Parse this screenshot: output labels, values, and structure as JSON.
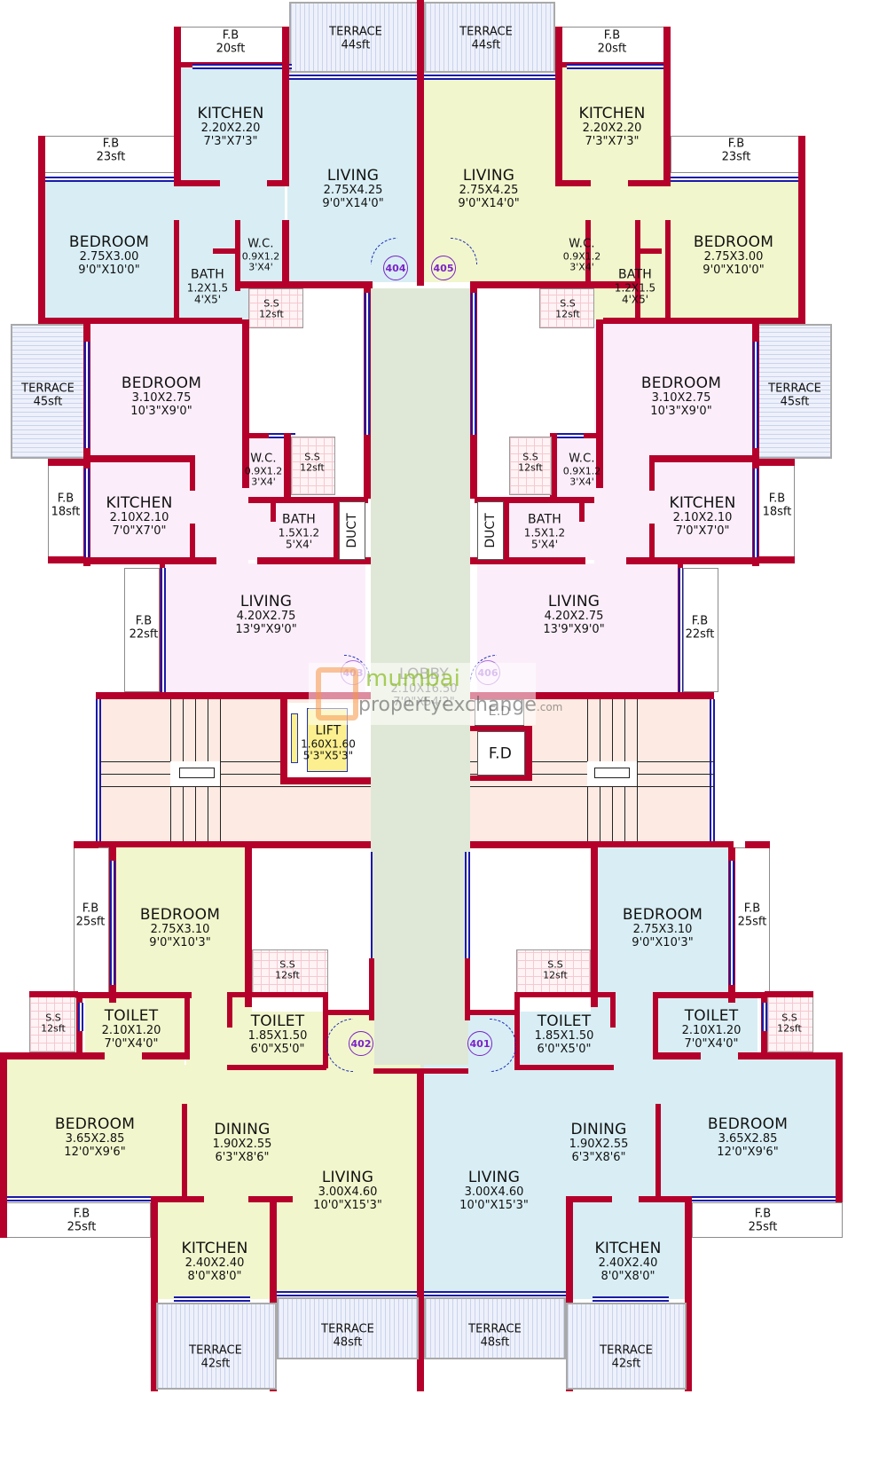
{
  "plan": {
    "type": "residential floor plan",
    "flats": {
      "f404": {
        "number": "404",
        "kitchen": {
          "name": "KITCHEN",
          "metric": "2.20X2.20",
          "imperial": "7'3\"X7'3\""
        },
        "living": {
          "name": "LIVING",
          "metric": "2.75X4.25",
          "imperial": "9'0\"X14'0\""
        },
        "bedroom": {
          "name": "BEDROOM",
          "metric": "2.75X3.00",
          "imperial": "9'0\"X10'0\""
        },
        "bath": {
          "name": "BATH",
          "metric": "1.2X1.5",
          "imperial": "4'X5'"
        },
        "wc": {
          "name": "W.C.",
          "metric": "0.9X1.2",
          "imperial": "3'X4'"
        },
        "fb_kitchen": {
          "name": "F.B",
          "area": "20sft"
        },
        "fb_bedroom": {
          "name": "F.B",
          "area": "23sft"
        },
        "terrace": {
          "name": "TERRACE",
          "area": "44sft"
        },
        "ss": {
          "name": "S.S",
          "area": "12sft"
        }
      },
      "f405": {
        "number": "405",
        "kitchen": {
          "name": "KITCHEN",
          "metric": "2.20X2.20",
          "imperial": "7'3\"X7'3\""
        },
        "living": {
          "name": "LIVING",
          "metric": "2.75X4.25",
          "imperial": "9'0\"X14'0\""
        },
        "bedroom": {
          "name": "BEDROOM",
          "metric": "2.75X3.00",
          "imperial": "9'0\"X10'0\""
        },
        "bath": {
          "name": "BATH",
          "metric": "1.2X1.5",
          "imperial": "4'X5'"
        },
        "wc": {
          "name": "W.C.",
          "metric": "0.9X1.2",
          "imperial": "3'X4'"
        },
        "fb_kitchen": {
          "name": "F.B",
          "area": "20sft"
        },
        "fb_bedroom": {
          "name": "F.B",
          "area": "23sft"
        },
        "terrace": {
          "name": "TERRACE",
          "area": "44sft"
        },
        "ss": {
          "name": "S.S",
          "area": "12sft"
        }
      },
      "f403": {
        "number": "403",
        "bedroom": {
          "name": "BEDROOM",
          "metric": "3.10X2.75",
          "imperial": "10'3\"X9'0\""
        },
        "kitchen": {
          "name": "KITCHEN",
          "metric": "2.10X2.10",
          "imperial": "7'0\"X7'0\""
        },
        "living": {
          "name": "LIVING",
          "metric": "4.20X2.75",
          "imperial": "13'9\"X9'0\""
        },
        "bath": {
          "name": "BATH",
          "metric": "1.5X1.2",
          "imperial": "5'X4'"
        },
        "wc": {
          "name": "W.C.",
          "metric": "0.9X1.2",
          "imperial": "3'X4'"
        },
        "ss": {
          "name": "S.S",
          "area": "12sft"
        },
        "duct": "DUCT",
        "terrace": {
          "name": "TERRACE",
          "area": "45sft"
        },
        "fb_kitchen": {
          "name": "F.B",
          "area": "18sft"
        },
        "fb_living": {
          "name": "F.B",
          "area": "22sft"
        }
      },
      "f406": {
        "number": "406",
        "bedroom": {
          "name": "BEDROOM",
          "metric": "3.10X2.75",
          "imperial": "10'3\"X9'0\""
        },
        "kitchen": {
          "name": "KITCHEN",
          "metric": "2.10X2.10",
          "imperial": "7'0\"X7'0\""
        },
        "living": {
          "name": "LIVING",
          "metric": "4.20X2.75",
          "imperial": "13'9\"X9'0\""
        },
        "bath": {
          "name": "BATH",
          "metric": "1.5X1.2",
          "imperial": "5'X4'"
        },
        "wc": {
          "name": "W.C.",
          "metric": "0.9X1.2",
          "imperial": "3'X4'"
        },
        "ss": {
          "name": "S.S",
          "area": "12sft"
        },
        "duct": "DUCT",
        "terrace": {
          "name": "TERRACE",
          "area": "45sft"
        },
        "fb_kitchen": {
          "name": "F.B",
          "area": "18sft"
        },
        "fb_living": {
          "name": "F.B",
          "area": "22sft"
        }
      },
      "f402": {
        "number": "402",
        "bedroom1": {
          "name": "BEDROOM",
          "metric": "2.75X3.10",
          "imperial": "9'0\"X10'3\""
        },
        "bedroom2": {
          "name": "BEDROOM",
          "metric": "3.65X2.85",
          "imperial": "12'0\"X9'6\""
        },
        "toilet1": {
          "name": "TOILET",
          "metric": "2.10X1.20",
          "imperial": "7'0\"X4'0\""
        },
        "toilet2": {
          "name": "TOILET",
          "metric": "1.85X1.50",
          "imperial": "6'0\"X5'0\""
        },
        "dining": {
          "name": "DINING",
          "metric": "1.90X2.55",
          "imperial": "6'3\"X8'6\""
        },
        "living": {
          "name": "LIVING",
          "metric": "3.00X4.60",
          "imperial": "10'0\"X15'3\""
        },
        "kitchen": {
          "name": "KITCHEN",
          "metric": "2.40X2.40",
          "imperial": "8'0\"X8'0\""
        },
        "fb_bedroom1": {
          "name": "F.B",
          "area": "25sft"
        },
        "fb_bedroom2": {
          "name": "F.B",
          "area": "25sft"
        },
        "ss1": {
          "name": "S.S",
          "area": "12sft"
        },
        "ss2": {
          "name": "S.S",
          "area": "12sft"
        },
        "terrace_living": {
          "name": "TERRACE",
          "area": "48sft"
        },
        "terrace_kitchen": {
          "name": "TERRACE",
          "area": "42sft"
        }
      },
      "f401": {
        "number": "401",
        "bedroom1": {
          "name": "BEDROOM",
          "metric": "2.75X3.10",
          "imperial": "9'0\"X10'3\""
        },
        "bedroom2": {
          "name": "BEDROOM",
          "metric": "3.65X2.85",
          "imperial": "12'0\"X9'6\""
        },
        "toilet1": {
          "name": "TOILET",
          "metric": "2.10X1.20",
          "imperial": "7'0\"X4'0\""
        },
        "toilet2": {
          "name": "TOILET",
          "metric": "1.85X1.50",
          "imperial": "6'0\"X5'0\""
        },
        "dining": {
          "name": "DINING",
          "metric": "1.90X2.55",
          "imperial": "6'3\"X8'6\""
        },
        "living": {
          "name": "LIVING",
          "metric": "3.00X4.60",
          "imperial": "10'0\"X15'3\""
        },
        "kitchen": {
          "name": "KITCHEN",
          "metric": "2.40X2.40",
          "imperial": "8'0\"X8'0\""
        },
        "fb_bedroom1": {
          "name": "F.B",
          "area": "25sft"
        },
        "fb_bedroom2": {
          "name": "F.B",
          "area": "25sft"
        },
        "ss1": {
          "name": "S.S",
          "area": "12sft"
        },
        "ss2": {
          "name": "S.S",
          "area": "12sft"
        },
        "terrace_living": {
          "name": "TERRACE",
          "area": "48sft"
        },
        "terrace_kitchen": {
          "name": "TERRACE",
          "area": "42sft"
        }
      }
    },
    "common": {
      "lobby": {
        "name": "LOBBY",
        "metric": "2.10X16.50",
        "imperial": "7'0\"X54'2\""
      },
      "lift": {
        "name": "LIFT",
        "metric": "1.60X1.60",
        "imperial": "5'3\"X5'3\""
      },
      "fire_duct": "F.D",
      "electric_duct": "E.D"
    },
    "watermark": {
      "line1": "mumbai",
      "line2": "propertyexchange",
      "suffix": ".com"
    },
    "colors": {
      "wall": "#b5002b",
      "window": "#1a1aa8",
      "flat_blue": "#d8eef4",
      "flat_yellow": "#f2f6cc",
      "flat_pink": "#fbeefa",
      "lobby": "#dfe8d6",
      "staircase": "#fdebe3",
      "door_tag": "#7a22c8",
      "lift": "#fbef8f"
    }
  }
}
